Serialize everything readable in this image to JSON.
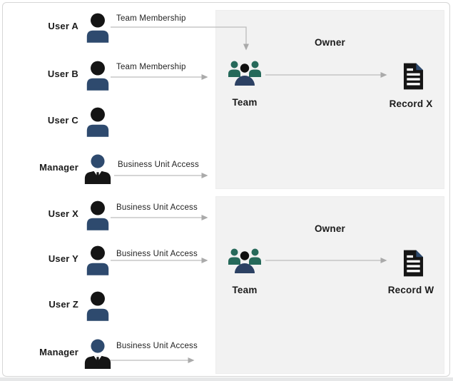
{
  "diagram": {
    "title_visible": false,
    "actors": [
      {
        "name": "User A",
        "icon": "user-icon",
        "relationship": "Team Membership",
        "arrow": "elbow-to-team"
      },
      {
        "name": "User B",
        "icon": "user-icon",
        "relationship": "Team Membership",
        "arrow": "straight-to-group-1"
      },
      {
        "name": "User C",
        "icon": "user-icon",
        "relationship": "",
        "arrow": "none"
      },
      {
        "name": "Manager",
        "icon": "manager-icon",
        "relationship": "Business Unit Access",
        "arrow": "straight-to-group-1"
      },
      {
        "name": "User X",
        "icon": "user-icon",
        "relationship": "Business Unit Access",
        "arrow": "straight-to-group-2"
      },
      {
        "name": "User Y",
        "icon": "user-icon",
        "relationship": "Business Unit Access",
        "arrow": "straight-to-group-2"
      },
      {
        "name": "User Z",
        "icon": "user-icon",
        "relationship": "",
        "arrow": "none"
      },
      {
        "name": "Manager",
        "icon": "manager-icon",
        "relationship": "Business Unit Access",
        "arrow": "short"
      }
    ],
    "groups": [
      {
        "owner_label": "Owner",
        "team_label": "Team",
        "team_icon": "team-icon",
        "record_label": "Record X",
        "record_icon": "record-icon"
      },
      {
        "owner_label": "Owner",
        "team_label": "Team",
        "team_icon": "team-icon",
        "record_label": "Record W",
        "record_icon": "record-icon"
      }
    ],
    "colors": {
      "navy": "#2e4a6e",
      "teal": "#26695a",
      "icon_black": "#141414",
      "arrow_gray": "#b9b9b9",
      "panel_gray": "#f2f2f2",
      "frame_border": "#d6d6d6"
    }
  }
}
